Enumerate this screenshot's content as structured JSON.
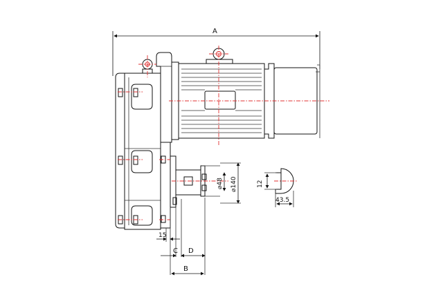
{
  "labels": {
    "A": "A",
    "B": "B",
    "C": "C",
    "D": "D",
    "dim_15": "15",
    "dim_shaft": "⌀48",
    "dim_flange": "⌀140",
    "dim_key_width": "12",
    "dim_key_height": "43.5"
  },
  "colors": {
    "line": "#111111",
    "centerline": "#e03030",
    "background": "#ffffff"
  }
}
